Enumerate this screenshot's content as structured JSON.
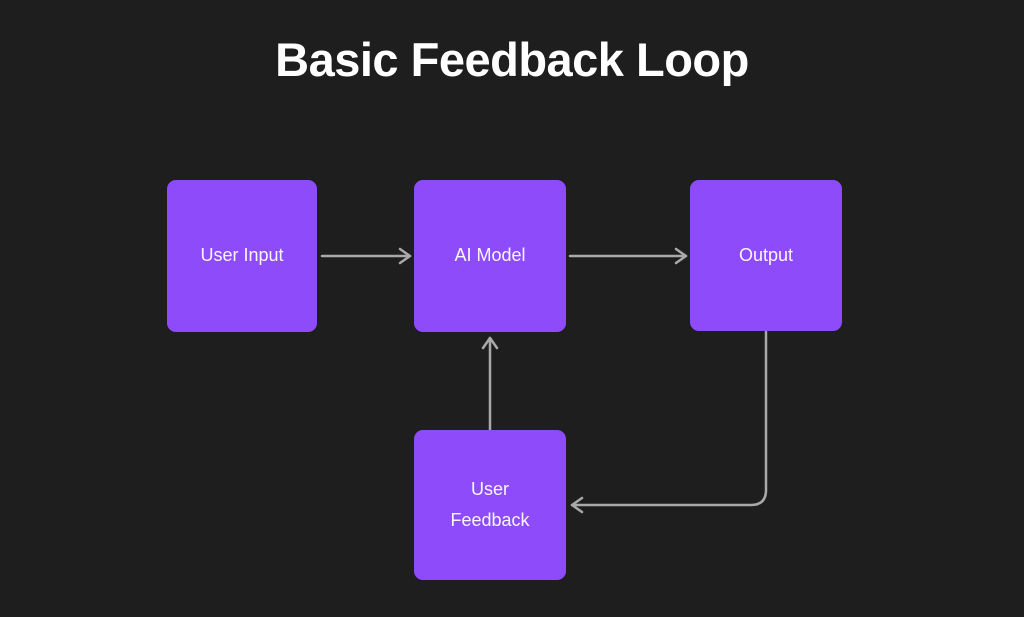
{
  "title": "Basic Feedback Loop",
  "colors": {
    "background": "#1e1e1e",
    "node_fill": "#8d4bfa",
    "node_text": "#f8f6ff",
    "connector": "#a9a9a9",
    "title_text": "#ffffff"
  },
  "nodes": [
    {
      "id": "user-input",
      "label": "User Input"
    },
    {
      "id": "ai-model",
      "label": "AI Model"
    },
    {
      "id": "output",
      "label": "Output"
    },
    {
      "id": "user-feedback",
      "label": "User Feedback"
    }
  ],
  "edges": [
    {
      "from": "user-input",
      "to": "ai-model"
    },
    {
      "from": "ai-model",
      "to": "output"
    },
    {
      "from": "output",
      "to": "user-feedback"
    },
    {
      "from": "user-feedback",
      "to": "ai-model"
    }
  ]
}
